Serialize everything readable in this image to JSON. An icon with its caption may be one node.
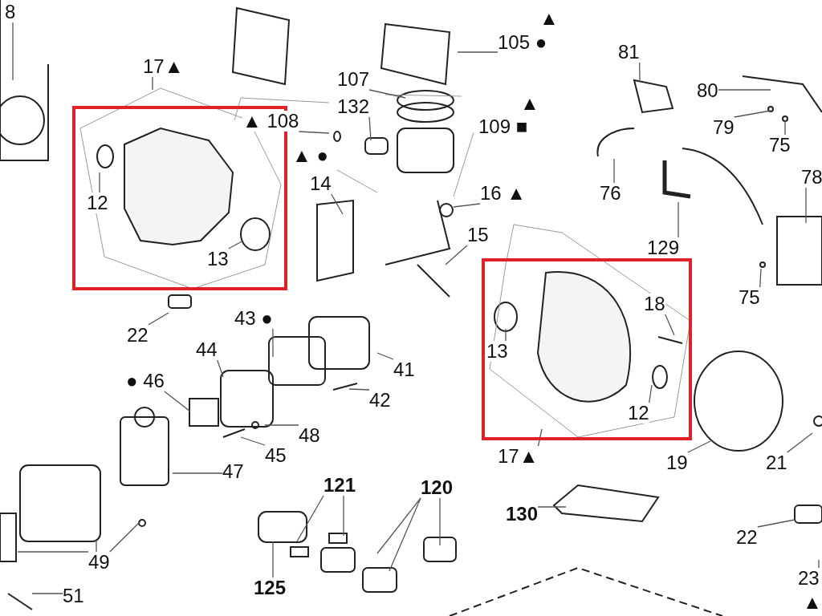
{
  "diagram": {
    "nodes": [
      {
        "text": [
          "8"
        ]
      },
      {
        "text": [
          "17▲"
        ]
      },
      {
        "text": [
          "105 ●"
        ]
      },
      {
        "text": [
          "81"
        ]
      },
      {
        "text": [
          "107"
        ]
      },
      {
        "text": [
          "80"
        ]
      },
      {
        "text": [
          "132"
        ]
      },
      {
        "text": [
          "▲ 108"
        ]
      },
      {
        "text": [
          "109 ■"
        ]
      },
      {
        "text": [
          "79"
        ]
      },
      {
        "text": [
          "75"
        ]
      },
      {
        "text": [],
        "shape": "box"
      },
      {
        "text": [
          "12"
        ],
        "in": 11
      },
      {
        "text": [
          "13"
        ],
        "in": 11
      },
      {
        "text": [
          "14"
        ]
      },
      {
        "text": [
          "76"
        ]
      },
      {
        "text": [
          "16 ▲"
        ]
      },
      {
        "text": [
          "78"
        ]
      },
      {
        "text": [
          "15"
        ]
      },
      {
        "text": [
          "129"
        ]
      },
      {
        "text": [
          "75"
        ]
      },
      {
        "text": [],
        "shape": "box"
      },
      {
        "text": [
          "13"
        ],
        "in": 21
      },
      {
        "text": [
          "18"
        ],
        "in": 21
      },
      {
        "text": [
          "12"
        ],
        "in": 21
      },
      {
        "text": [
          "22"
        ]
      },
      {
        "text": [
          "43 ●"
        ]
      },
      {
        "text": [
          "41"
        ]
      },
      {
        "text": [
          "44"
        ]
      },
      {
        "text": [
          "● 46"
        ]
      },
      {
        "text": [
          "42"
        ]
      },
      {
        "text": [
          "48"
        ]
      },
      {
        "text": [
          "45"
        ]
      },
      {
        "text": [
          "47"
        ]
      },
      {
        "text": [
          "17▲"
        ]
      },
      {
        "text": [
          "19"
        ]
      },
      {
        "text": [
          "21"
        ]
      },
      {
        "text": [
          "121"
        ]
      },
      {
        "text": [
          "120"
        ]
      },
      {
        "text": [
          "130"
        ]
      },
      {
        "text": [
          "22"
        ]
      },
      {
        "text": [
          "49"
        ]
      },
      {
        "text": [
          "125"
        ]
      },
      {
        "text": [
          "51"
        ]
      },
      {
        "text": [
          "23"
        ],
        "beside": [
          "▲"
        ]
      }
    ],
    "edges": [
      {
        "from": 0,
        "to": null,
        "arrow": "none"
      },
      {
        "from": 1,
        "to": null,
        "arrow": "none"
      },
      {
        "from": 2,
        "to": null,
        "arrow": "none"
      },
      {
        "from": 3,
        "to": null,
        "arrow": "none"
      },
      {
        "from": 4,
        "to": null,
        "arrow": "none"
      },
      {
        "from": 5,
        "to": null,
        "arrow": "none"
      },
      {
        "from": 6,
        "to": null,
        "arrow": "none"
      },
      {
        "from": 7,
        "to": null,
        "arrow": "none"
      },
      {
        "from": 9,
        "to": null,
        "arrow": "none"
      },
      {
        "from": 10,
        "to": null,
        "arrow": "none"
      },
      {
        "from": 12,
        "to": null,
        "arrow": "none"
      },
      {
        "from": 13,
        "to": null,
        "arrow": "none"
      },
      {
        "from": 14,
        "to": null,
        "arrow": "none"
      },
      {
        "from": 15,
        "to": null,
        "arrow": "none"
      },
      {
        "from": 16,
        "to": null,
        "arrow": "none"
      },
      {
        "from": 17,
        "to": null,
        "arrow": "none"
      },
      {
        "from": 18,
        "to": null,
        "arrow": "none"
      },
      {
        "from": 19,
        "to": null,
        "arrow": "none"
      },
      {
        "from": 20,
        "to": null,
        "arrow": "none"
      },
      {
        "from": 22,
        "to": null,
        "arrow": "none"
      },
      {
        "from": 23,
        "to": null,
        "arrow": "none"
      },
      {
        "from": 24,
        "to": null,
        "arrow": "none"
      },
      {
        "from": 25,
        "to": null,
        "arrow": "none"
      },
      {
        "from": 26,
        "to": null,
        "arrow": "none"
      },
      {
        "from": 27,
        "to": null,
        "arrow": "none"
      },
      {
        "from": 28,
        "to": null,
        "arrow": "none"
      },
      {
        "from": 29,
        "to": null,
        "arrow": "none"
      },
      {
        "from": 30,
        "to": null,
        "arrow": "none"
      },
      {
        "from": 31,
        "to": null,
        "arrow": "none"
      },
      {
        "from": 32,
        "to": null,
        "arrow": "none"
      },
      {
        "from": 33,
        "to": null,
        "arrow": "none"
      },
      {
        "from": 34,
        "to": null,
        "arrow": "none"
      },
      {
        "from": 35,
        "to": null,
        "arrow": "none"
      },
      {
        "from": 36,
        "to": null,
        "arrow": "none"
      },
      {
        "from": 37,
        "to": null,
        "arrow": "none"
      },
      {
        "from": 37,
        "to": null,
        "arrow": "none"
      },
      {
        "from": 38,
        "to": null,
        "arrow": "none"
      },
      {
        "from": 38,
        "to": null,
        "arrow": "none"
      },
      {
        "from": 38,
        "to": null,
        "arrow": "none"
      },
      {
        "from": 39,
        "to": null,
        "arrow": "none"
      },
      {
        "from": 40,
        "to": null,
        "arrow": "none"
      },
      {
        "from": 41,
        "to": null,
        "arrow": "none"
      },
      {
        "from": 41,
        "to": null,
        "arrow": "none"
      },
      {
        "from": 41,
        "to": null,
        "arrow": "none"
      },
      {
        "from": 42,
        "to": null,
        "arrow": "none"
      },
      {
        "from": 43,
        "to": null,
        "arrow": "none"
      },
      {
        "from": 44,
        "to": null,
        "arrow": "none"
      }
    ],
    "labels": [
      "▲",
      "▲",
      "▲ ●"
    ]
  }
}
